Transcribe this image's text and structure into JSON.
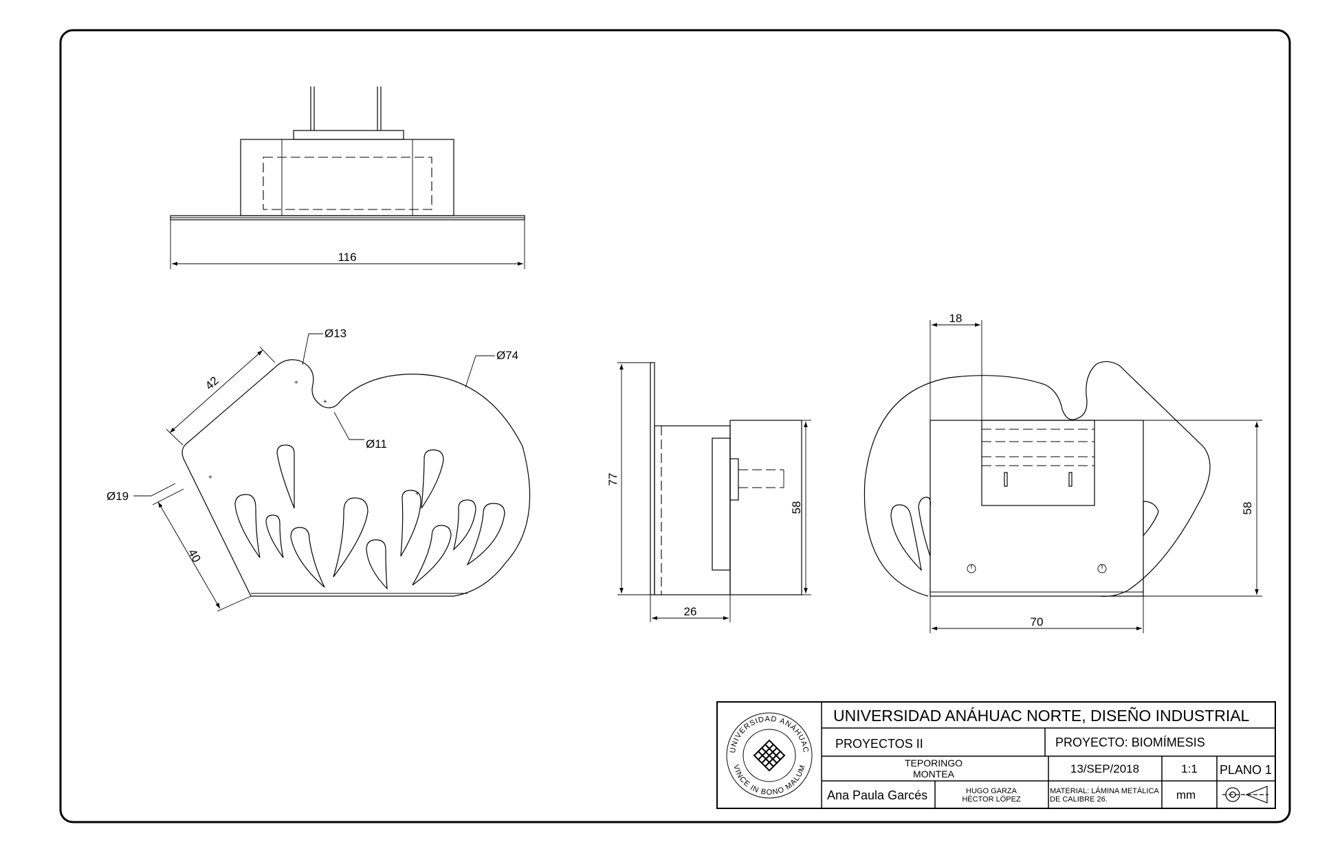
{
  "dimensions": {
    "top_width": "116",
    "d13": "Ø13",
    "d74": "Ø74",
    "d11": "Ø11",
    "d19": "Ø19",
    "len42": "42",
    "len40": "40",
    "side_height": "77",
    "side_depth": "26",
    "side_height_inner": "58",
    "front_offset": "18",
    "front_height": "58",
    "front_width": "70"
  },
  "title_block": {
    "institution": "UNIVERSIDAD ANÁHUAC NORTE, DISEÑO INDUSTRIAL",
    "course": "PROYECTOS II",
    "project": "PROYECTO: BIOMÍMESIS",
    "piece_name_1": "TEPORINGO",
    "piece_name_2": "MONTEA",
    "date": "13/SEP/2018",
    "scale": "1:1",
    "sheet": "PLANO 1",
    "author": "Ana Paula Garcés",
    "teacher_1": "HUGO GARZA",
    "teacher_2": "HÉCTOR LÓPEZ",
    "material_1": "MATERIAL: LÁMINA METÁLICA",
    "material_2": "DE CALIBRE 26.",
    "units": "mm",
    "logo_text_top": "UNIVERSIDAD ANÁHUAC",
    "logo_text_bottom": "VINCE IN BONO MALUM"
  }
}
